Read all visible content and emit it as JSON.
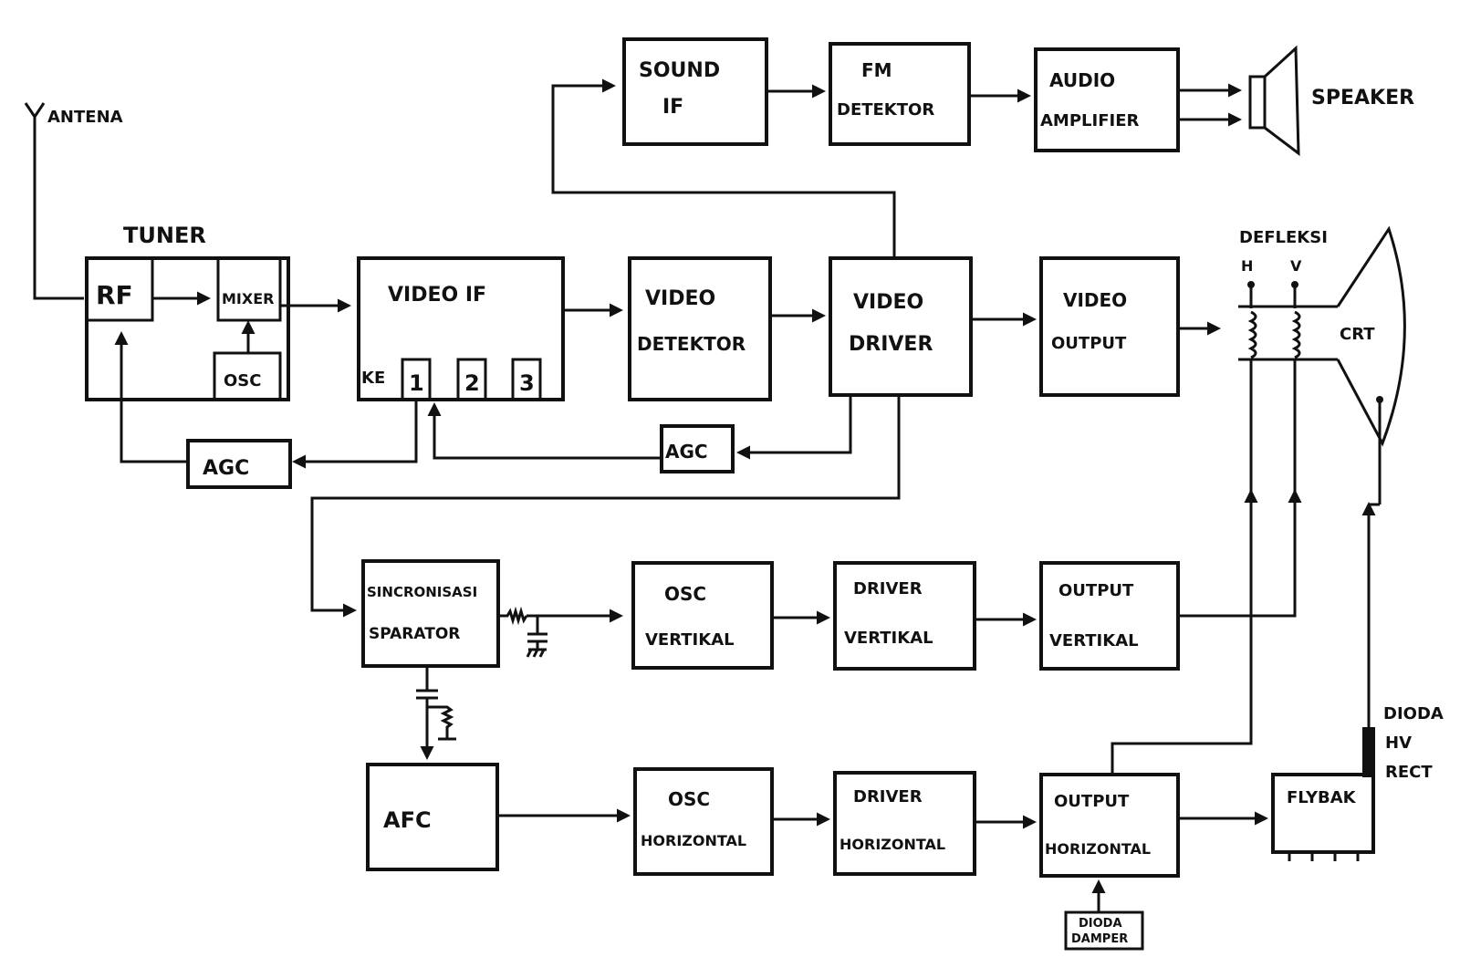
{
  "labels": {
    "antena": "ANTENA",
    "tuner": "TUNER",
    "rf": "RF",
    "mixer": "MIXER",
    "osc_tuner": "OSC",
    "agc": "AGC",
    "video_if": "VIDEO IF",
    "ke": "KE",
    "stage_1": "1",
    "stage_2": "2",
    "stage_3": "3",
    "sound_if_1": "SOUND",
    "sound_if_2": "IF",
    "fm_detektor_1": "FM",
    "fm_detektor_2": "DETEKTOR",
    "audio_amp_1": "AUDIO",
    "audio_amp_2": "AMPLIFIER",
    "speaker": "SPEAKER",
    "video_detektor_1": "VIDEO",
    "video_detektor_2": "DETEKTOR",
    "video_driver_1": "VIDEO",
    "video_driver_2": "DRIVER",
    "video_output_1": "VIDEO",
    "video_output_2": "OUTPUT",
    "defleksi": "DEFLEKSI",
    "h": "H",
    "v": "V",
    "crt": "CRT",
    "sync_1": "SINCRONISASI",
    "sync_2": "SPARATOR",
    "osc_vert_1": "OSC",
    "osc_vert_2": "VERTIKAL",
    "drv_vert_1": "DRIVER",
    "drv_vert_2": "VERTIKAL",
    "out_vert_1": "OUTPUT",
    "out_vert_2": "VERTIKAL",
    "afc": "AFC",
    "osc_hor_1": "OSC",
    "osc_hor_2": "HORIZONTAL",
    "drv_hor_1": "DRIVER",
    "drv_hor_2": "HORIZONTAL",
    "out_hor_1": "OUTPUT",
    "out_hor_2": "HORIZONTAL",
    "flybak": "FLYBAK",
    "dioda_damper_1": "DIODA",
    "dioda_damper_2": "DAMPER",
    "dioda_hv_1": "DIODA",
    "dioda_hv_2": "HV",
    "dioda_hv_3": "RECT"
  }
}
